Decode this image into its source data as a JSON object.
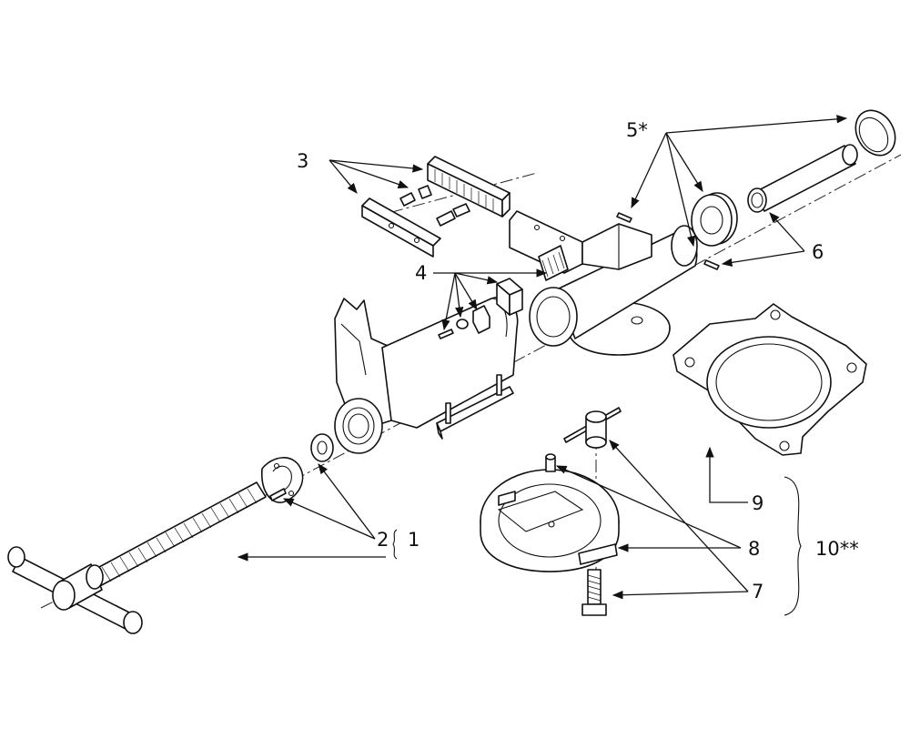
{
  "diagram": {
    "callouts": {
      "c1": "1",
      "c2": "2",
      "c3": "3",
      "c4": "4",
      "c5": "5*",
      "c6": "6",
      "c7": "7",
      "c8": "8",
      "c9": "9",
      "c10": "10**"
    }
  }
}
